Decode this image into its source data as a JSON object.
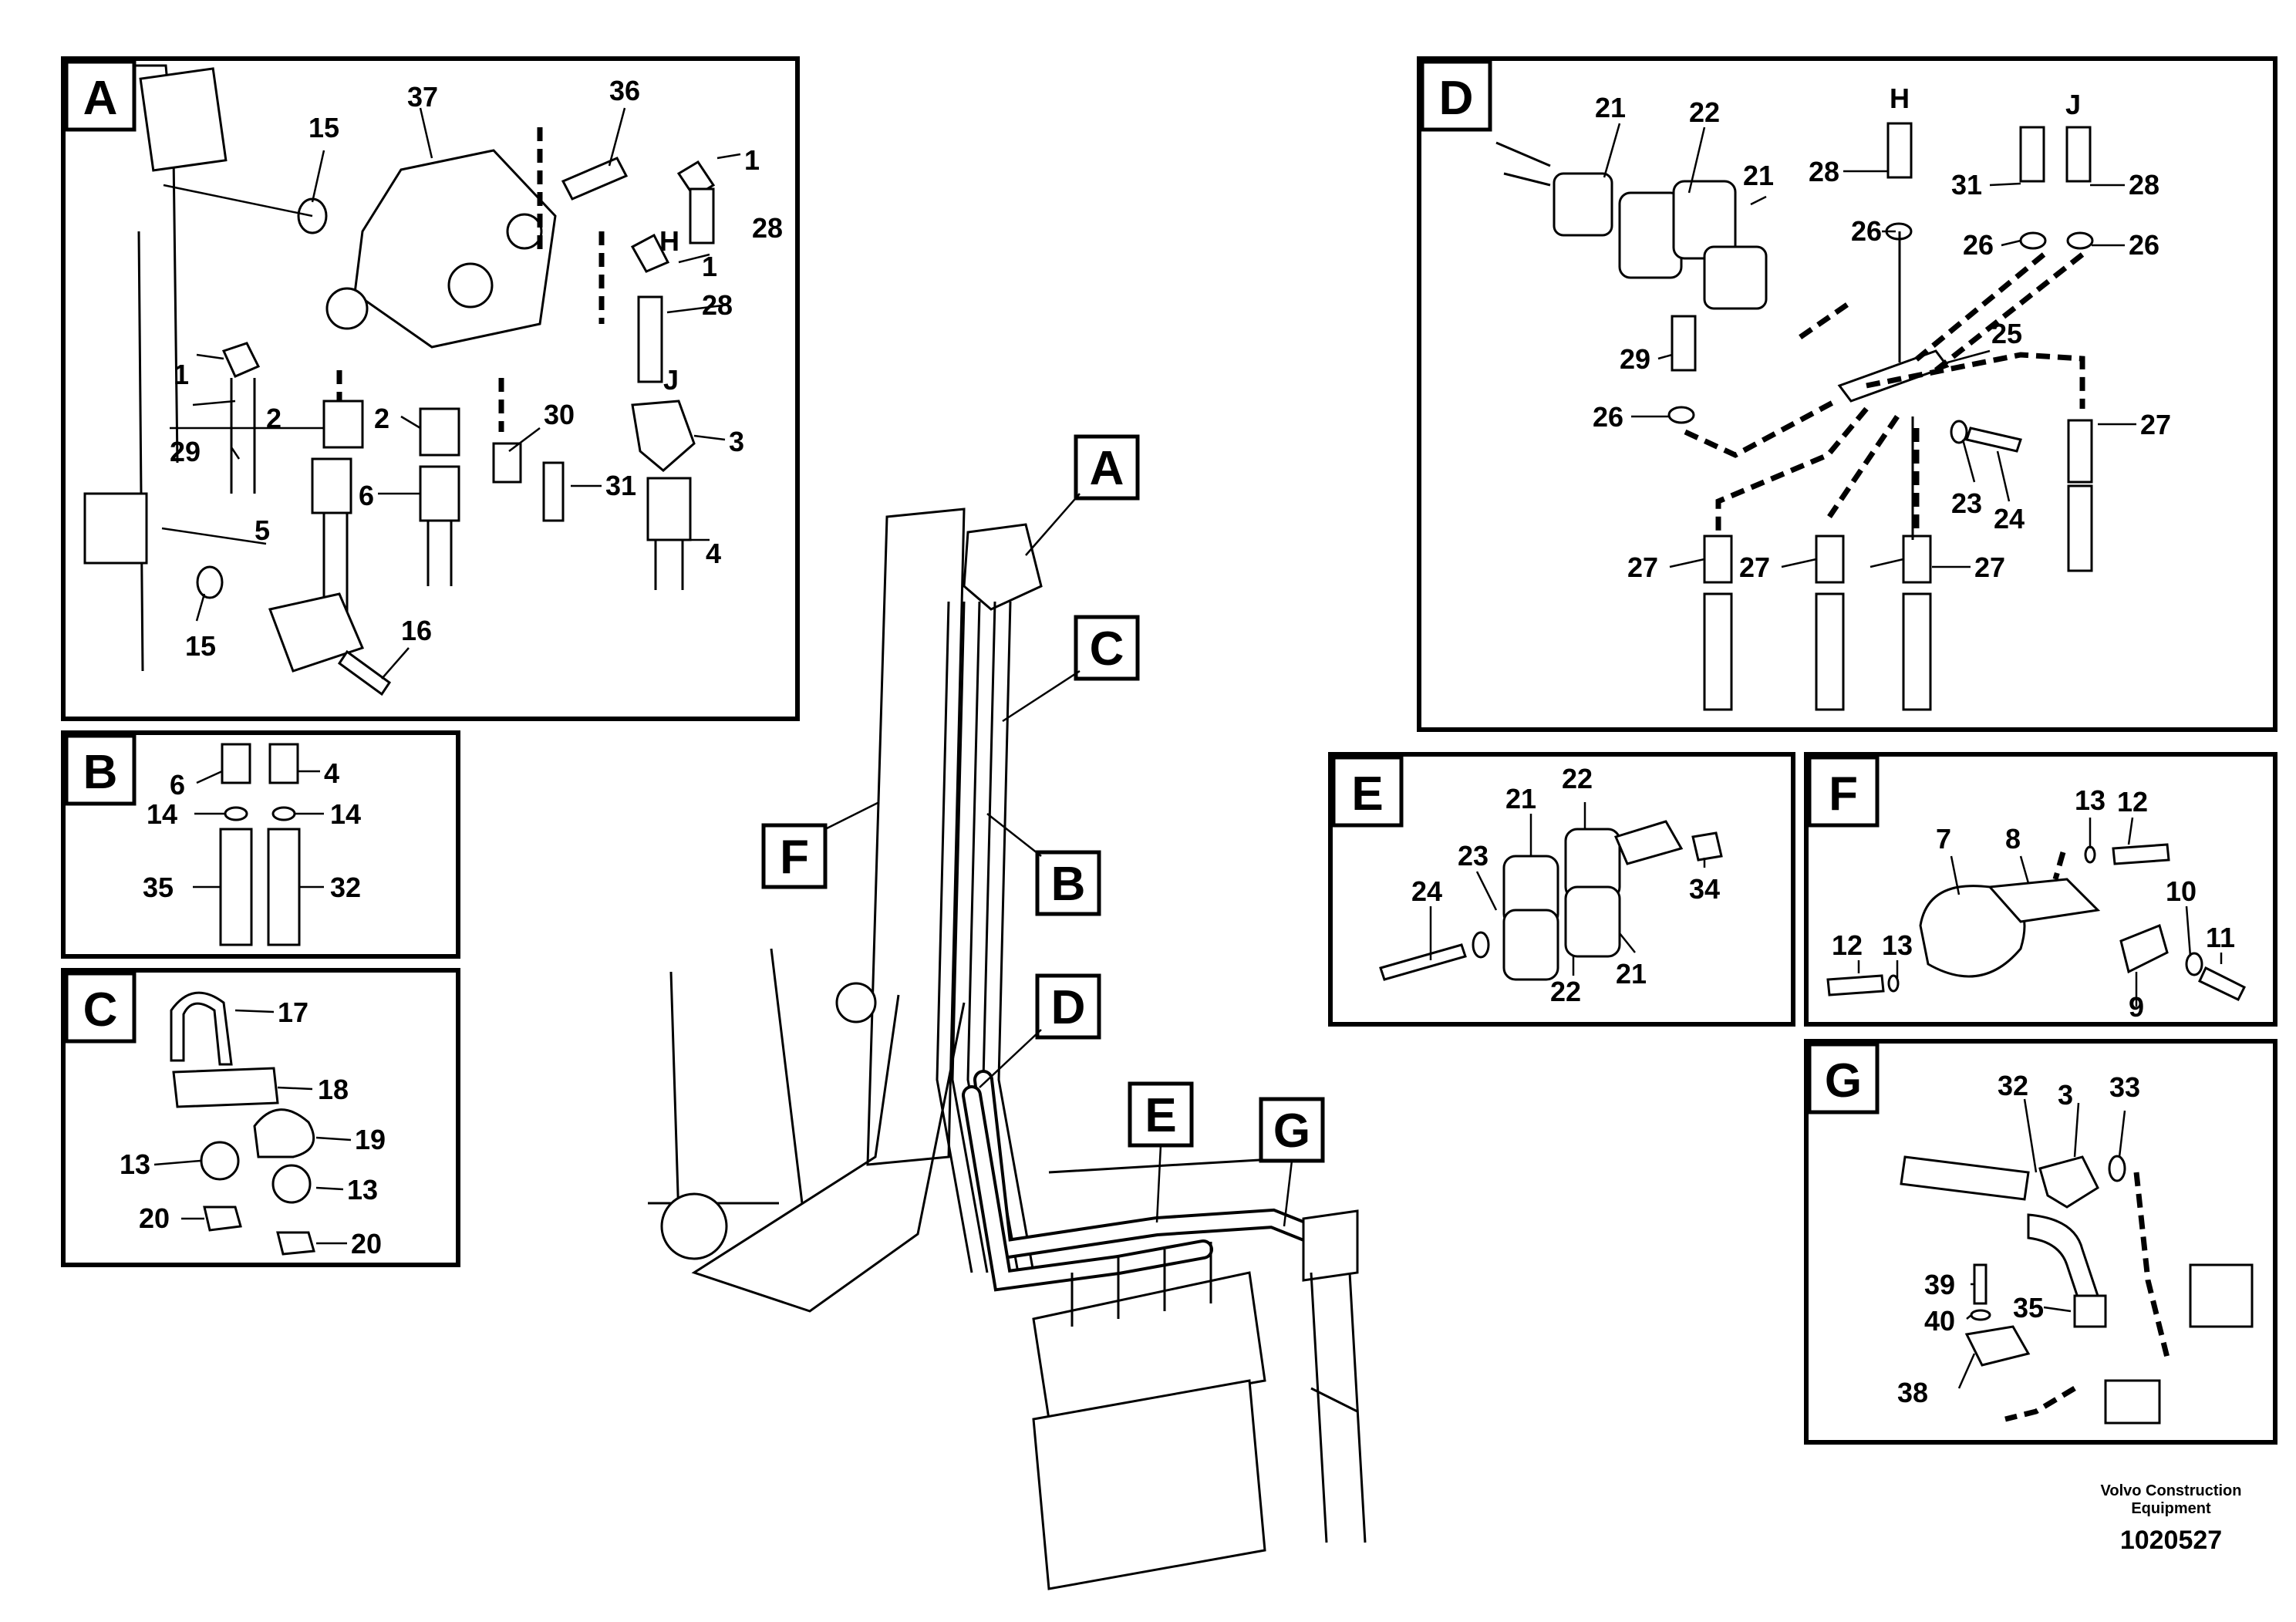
{
  "panels": {
    "A": {
      "label": "A",
      "callouts": [
        "15",
        "37",
        "36",
        "1",
        "H",
        "28",
        "1",
        "28",
        "J",
        "1",
        "29",
        "2",
        "2",
        "30",
        "3",
        "31",
        "5",
        "6",
        "4",
        "15",
        "16"
      ]
    },
    "B": {
      "label": "B",
      "callouts": [
        "6",
        "4",
        "14",
        "14",
        "35",
        "32"
      ]
    },
    "C": {
      "label": "C",
      "callouts": [
        "17",
        "18",
        "19",
        "13",
        "13",
        "20",
        "20"
      ]
    },
    "D": {
      "label": "D",
      "callouts": [
        "21",
        "22",
        "21",
        "H",
        "28",
        "26",
        "J",
        "31",
        "28",
        "26",
        "26",
        "29",
        "25",
        "26",
        "27",
        "23",
        "24",
        "27",
        "27",
        "27"
      ]
    },
    "E": {
      "label": "E",
      "callouts": [
        "21",
        "22",
        "23",
        "24",
        "34",
        "22",
        "21"
      ]
    },
    "F": {
      "label": "F",
      "callouts": [
        "13",
        "12",
        "7",
        "8",
        "12",
        "13",
        "10",
        "11",
        "9"
      ]
    },
    "G": {
      "label": "G",
      "callouts": [
        "32",
        "3",
        "33",
        "39",
        "40",
        "35",
        "38"
      ]
    }
  },
  "main_view_tags": [
    "A",
    "C",
    "F",
    "B",
    "D",
    "E",
    "G"
  ],
  "footer": {
    "company_line1": "Volvo Construction",
    "company_line2": "Equipment",
    "drawing_number": "1020527"
  }
}
